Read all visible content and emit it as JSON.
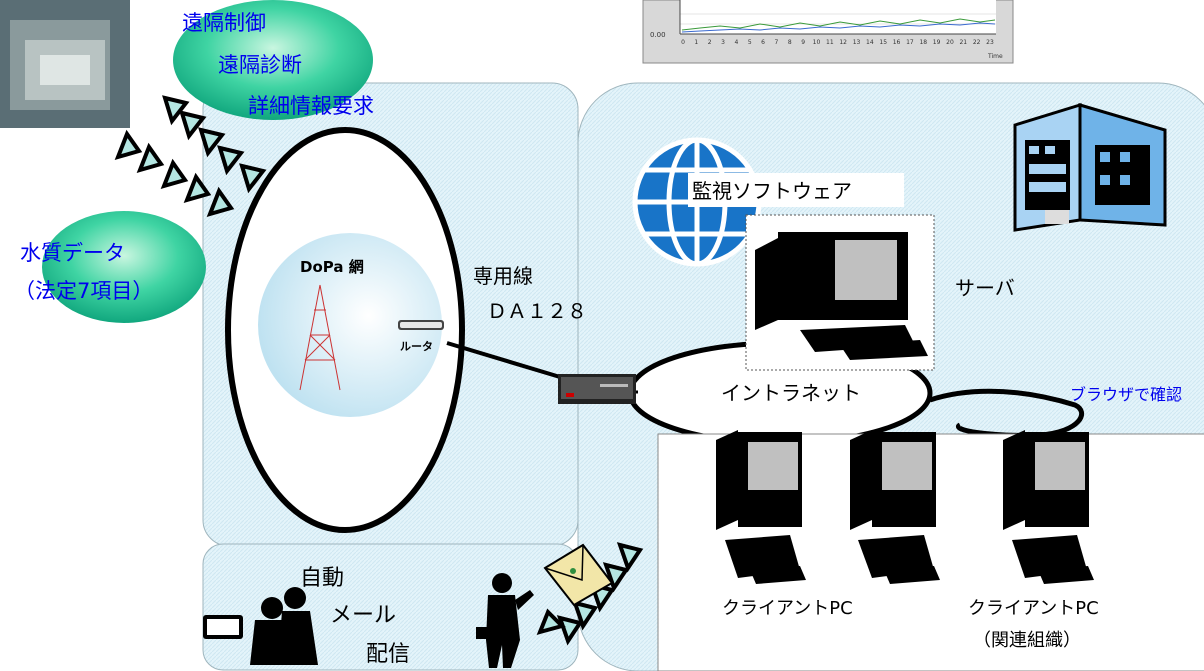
{
  "labels": {
    "remote_control": "遠隔制御",
    "remote_diagnosis": "遠隔診断",
    "detail_request": "詳細情報要求",
    "water_data": "水質データ",
    "legal_items": "（法定7項目）",
    "dopa_network": "DoPa 網",
    "router": "ルータ",
    "leased_line": "専用線",
    "da128": "ＤＡ１２８",
    "monitoring_software": "監視ソフトウェア",
    "server": "サーバ",
    "intranet": "イントラネット",
    "browser_check": "ブラウザで確認",
    "client_pc": "クライアントPC",
    "client_pc_related": "クライアントPC",
    "related_org": "（関連組織）",
    "auto": "自動",
    "mail": "メール",
    "delivery": "配信"
  },
  "thumbnail_chart": {
    "y_zero": "0.00",
    "x_ticks": [
      "0",
      "1",
      "2",
      "3",
      "4",
      "5",
      "6",
      "7",
      "8",
      "9",
      "10",
      "11",
      "12",
      "13",
      "14",
      "15",
      "16",
      "17",
      "18",
      "19",
      "20",
      "21",
      "22",
      "23"
    ],
    "x_title": "Time"
  },
  "colors": {
    "panel_fill": "#e6f5fa",
    "panel_border": "#9fb5bd",
    "bubble_fill": "#2fc79a",
    "label_blue": "#0000ee"
  }
}
